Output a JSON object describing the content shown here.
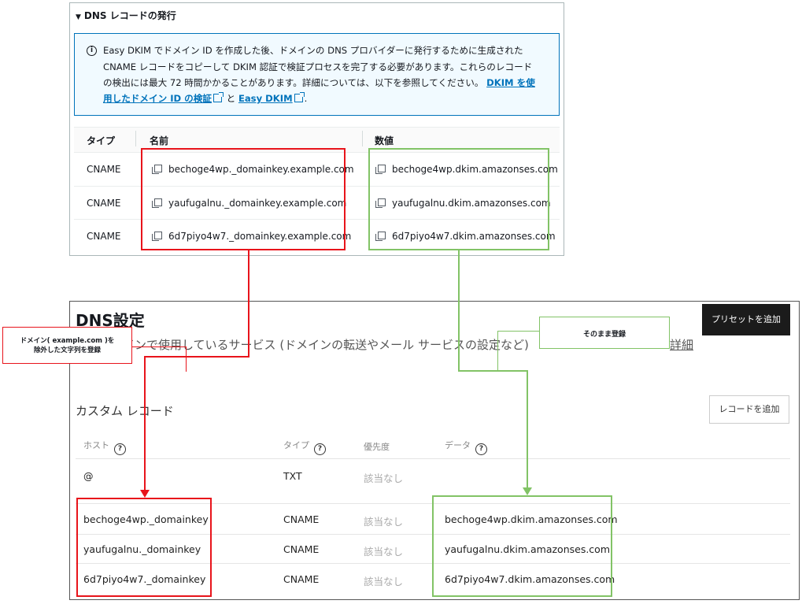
{
  "aws": {
    "section_title": "DNS レコードの発行",
    "info_lines": [
      "Easy DKIM でドメイン ID を作成した後、ドメインの DNS プロバイダーに発行するために生成された",
      "CNAME レコードをコピーして DKIM 認証で検証プロセスを完了する必要があります。これらのレコード",
      "の検出には最大 72 時間かかることがあります。詳細については、以下を参照してください。"
    ],
    "link_dkim_part1": "DKIM を使",
    "link_dkim_part2": "用したドメイン ID の検証",
    "and_text": "と",
    "link_easy_dkim": "Easy DKIM",
    "period": ".",
    "columns": [
      "タイプ",
      "名前",
      "数値"
    ],
    "rows": [
      {
        "type": "CNAME",
        "name": "bechoge4wp._domainkey.example.com",
        "value": "bechoge4wp.dkim.amazonses.com"
      },
      {
        "type": "CNAME",
        "name": "yaufugalnu._domainkey.example.com",
        "value": "yaufugalnu.dkim.amazonses.com"
      },
      {
        "type": "CNAME",
        "name": "6d7piyo4w7._domainkey.example.com",
        "value": "6d7piyo4w7.dkim.amazonses.com"
      }
    ]
  },
  "dns": {
    "title": "DNS設定",
    "description": "ドはドメインで使用しているサービス (ドメインの転送やメール サービスの設定など)",
    "detail_link": "詳細",
    "preset_button": "プリセットを追加",
    "custom_title": "カスタム レコード",
    "add_record_button": "レコードを追加",
    "columns": {
      "host": "ホスト",
      "type": "タイプ",
      "priority": "優先度",
      "data": "データ"
    },
    "help_glyph": "?",
    "rows": [
      {
        "host": "@",
        "type": "TXT",
        "priority": "該当なし",
        "data": ""
      },
      {
        "host": "bechoge4wp._domainkey",
        "type": "CNAME",
        "priority": "該当なし",
        "data": "bechoge4wp.dkim.amazonses.com"
      },
      {
        "host": "yaufugalnu._domainkey",
        "type": "CNAME",
        "priority": "該当なし",
        "data": "yaufugalnu.dkim.amazonses.com"
      },
      {
        "host": "6d7piyo4w7._domainkey",
        "type": "CNAME",
        "priority": "該当なし",
        "data": "6d7piyo4w7.dkim.amazonses.com"
      }
    ]
  },
  "annotations": {
    "red_note_line1": "ドメイン( example.com )を",
    "red_note_line2": "除外した文字列を登録",
    "green_note": "そのまま登録"
  },
  "colors": {
    "red": "#e8141b",
    "green": "#82c366",
    "link": "#0073bb"
  },
  "icons": [
    "info-icon",
    "copy-icon",
    "external-link-icon",
    "help-icon",
    "triangle-down-icon"
  ]
}
